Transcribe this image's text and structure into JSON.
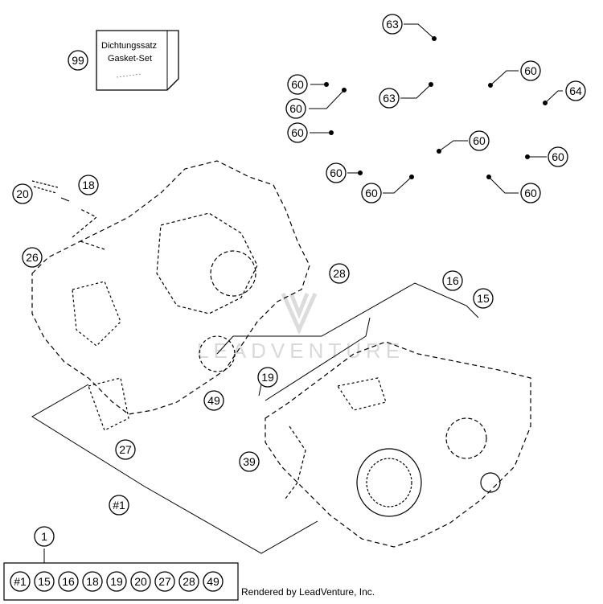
{
  "gasket_box": {
    "line1": "Dichtungssatz",
    "line2": "Gasket-Set",
    "callout": "99"
  },
  "callouts": {
    "c63a": "63",
    "c63b": "63",
    "c60a": "60",
    "c60b": "60",
    "c60c": "60",
    "c60d": "60",
    "c60e": "60",
    "c60f": "60",
    "c60g": "60",
    "c60h": "60",
    "c60i": "60",
    "c64": "64",
    "c18": "18",
    "c20": "20",
    "c26": "26",
    "c28": "28",
    "c16": "16",
    "c15": "15",
    "c19": "19",
    "c49": "49",
    "c27": "27",
    "c39": "39",
    "c1": "#1",
    "assembly": "1"
  },
  "kit_contents": [
    "#1",
    "15",
    "16",
    "18",
    "19",
    "20",
    "27",
    "28",
    "49"
  ],
  "watermark": "LEADVENTURE",
  "credit": "Rendered by LeadVenture, Inc."
}
